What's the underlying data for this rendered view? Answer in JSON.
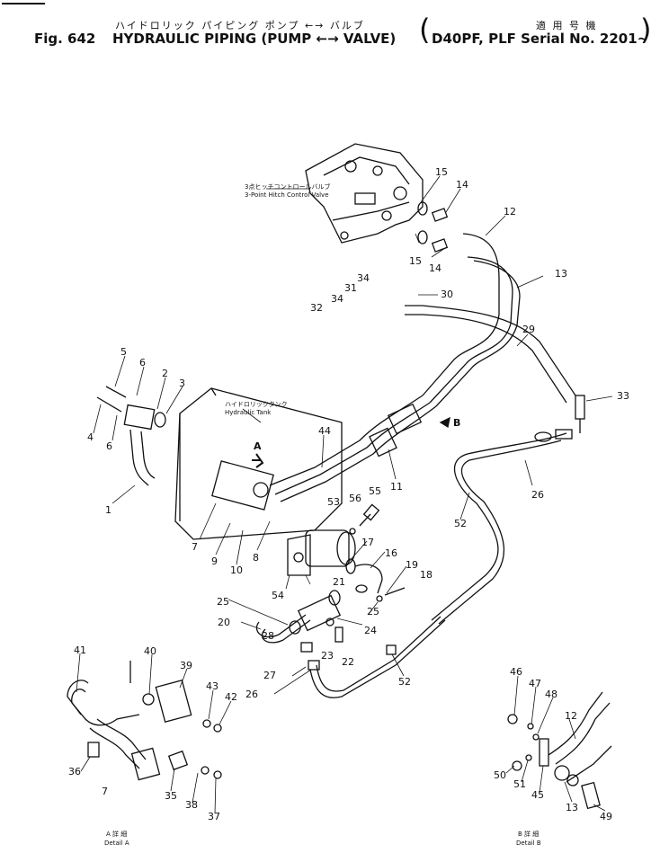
{
  "header": {
    "jp_title": "ハイドロリック パイピング ポンプ ←→ バルブ",
    "fig_label": "Fig. 642",
    "title": "HYDRAULIC PIPING (PUMP ←→ VALVE)",
    "jp_applicable": "適 用 号 機",
    "serial": "D40PF, PLF Serial No. 2201~"
  },
  "labels": {
    "valve_jp": "3点ヒッチコントロールバルブ",
    "valve_en": "3-Point Hitch Control Valve",
    "tank_jp": "ハイドロリックタンク",
    "tank_en": "Hydraulic Tank",
    "arrow_a": "A",
    "arrow_b": "B",
    "detail_a_jp": "A 詳 細",
    "detail_a_en": "Detail A",
    "detail_b_jp": "B 詳 細",
    "detail_b_en": "Detail B"
  },
  "callouts": [
    "15",
    "14",
    "12",
    "14",
    "15",
    "13",
    "30",
    "34",
    "31",
    "34",
    "32",
    "29",
    "33",
    "5",
    "6",
    "2",
    "3",
    "4",
    "6",
    "1",
    "44",
    "11",
    "26",
    "52",
    "56",
    "55",
    "53",
    "7",
    "9",
    "10",
    "8",
    "17",
    "16",
    "19",
    "18",
    "54",
    "21",
    "25",
    "25",
    "20",
    "28",
    "24",
    "23",
    "22",
    "27",
    "26",
    "52",
    "41",
    "40",
    "39",
    "43",
    "42",
    "36",
    "7",
    "35",
    "38",
    "37",
    "46",
    "47",
    "48",
    "12",
    "50",
    "51",
    "45",
    "13",
    "49"
  ]
}
